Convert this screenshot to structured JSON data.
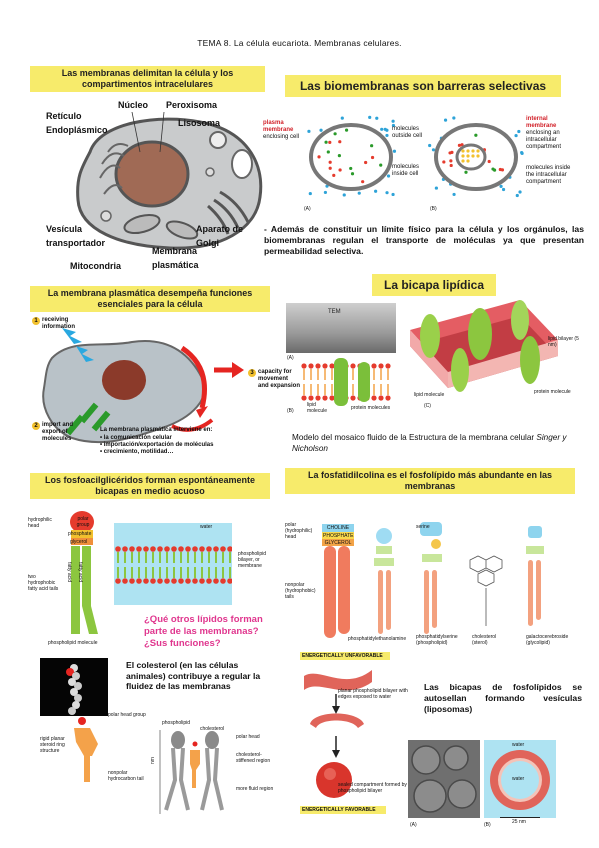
{
  "page_title": "TEMA 8.  La célula eucariota. Membranas celulares.",
  "sec1": {
    "title": "Las membranas delimitan la célula y los compartimentos intracelulares",
    "labels": {
      "reticulo": "Retículo Endoplásmico",
      "nucleo": "Núcleo",
      "peroxisoma": "Peroxisoma",
      "lisosoma": "Lisosoma",
      "vesicula": "Vesícula transportador",
      "mitocondria": "Mitocondria",
      "membrana": "Membrana plasmática",
      "aparato": "Aparato de Golgi"
    }
  },
  "sec2": {
    "title": "Las biomembranas son barreras selectivas",
    "plasma": "plasma membrane",
    "enclosing_cell": "enclosing cell",
    "outside": "molecules outside cell",
    "inside": "molecules inside cell",
    "internal": "internal membrane",
    "enclosing_comp": "enclosing an intracellular compartment",
    "inside_comp": "molecules inside the intracellular compartment",
    "panel_a": "(A)",
    "panel_b": "(B)",
    "text": "-  Además de constituir un límite físico para la célula y los orgánulos, las biomembranas regulan el transporte de moléculas ya que presentan permeabilidad selectiva."
  },
  "sec3": {
    "title": "La membrana plasmática desempeña funciones esenciales para la célula",
    "n1": "1",
    "n2": "2",
    "n3": "3",
    "receiving": "receiving information",
    "import": "import and export of molecules",
    "capacity": "capacity for movement and expansion",
    "intro": "La membrana plasmática interviene en:",
    "bullets": [
      "• la comunicación celular",
      "• importación/exportación de moléculas",
      "• crecimiento, motilidad…"
    ]
  },
  "sec4": {
    "title": "La bicapa lipídica",
    "tem": "TEM",
    "a": "(A)",
    "b": "(B)",
    "c": "(C)",
    "lipid_molecule": "lipid molecule",
    "protein_molecules": "protein molecules",
    "lipid_molecule_c": "lipid molecule",
    "protein_molecule": "protein molecule",
    "lipid_bilayer": "lipid bilayer (5 nm)",
    "caption_1": "Modelo del mosaico fluido de la Estructura de la membrana celular ",
    "caption_2": "Singer y Nicholson"
  },
  "sec5": {
    "title": "Los fosfoacilglicéridos forman espontáneamente bicapas en medio acuoso",
    "hydrophilic": "hydrophilic head",
    "polar": "polar group",
    "phosphate": "phosphate",
    "glycerol": "glycerol",
    "two_tails": "two hydrophobic fatty acid tails",
    "fatty1": "fatty acid",
    "fatty2": "fatty acid",
    "phospholipid": "phospholipid molecule",
    "water": "water",
    "bilayer": "phospholipid bilayer, or membrane",
    "question_1": "¿Qué otros lípidos forman parte de las membranas?",
    "question_2": "¿Sus funciones?"
  },
  "sec6": {
    "title": "La fosfatidilcolina es el fosfolípido más abundante en las membranas",
    "polar_head": "polar (hydrophilic) head",
    "nonpolar_tails": "nonpolar (hydrophobic) tails",
    "choline": "CHOLINE",
    "phosphate": "PHOSPHATE",
    "glycerol": "GLYCEROL",
    "serine": "serine",
    "l1": "phosphatidylethanolamine",
    "l2": "phosphatidylserine (phospholipid)",
    "l3": "cholesterol (sterol)",
    "l4": "galactocerebroside (glycolipid)"
  },
  "sec7": {
    "title": "El colesterol (en las células animales) contribuye a regular la fluidez de las membranas",
    "polar_head_group": "polar head group",
    "rigid": "rigid planar steroid ring structure",
    "nonpolar_tail": "nonpolar hydrocarbon tail",
    "phospholipid": "phospholipid",
    "cholesterol": "cholesterol",
    "polar_head": "polar head",
    "stiffened": "cholesterol-stiffened region",
    "fluid": "more fluid region",
    "nm": "nm"
  },
  "sec8": {
    "unfavorable": "ENERGETICALLY UNFAVORABLE",
    "planar": "planar phospholipid bilayer with edges exposed to water",
    "sealed": "sealed compartment formed by phospholipid bilayer",
    "favorable": "ENERGETICALLY FAVORABLE",
    "title": "Las bicapas de fosfolípidos se autosellan formando vesículas (liposomas)",
    "water_out": "water",
    "water_in": "water",
    "a": "(A)",
    "b": "(B)",
    "scale": "25 nm"
  }
}
